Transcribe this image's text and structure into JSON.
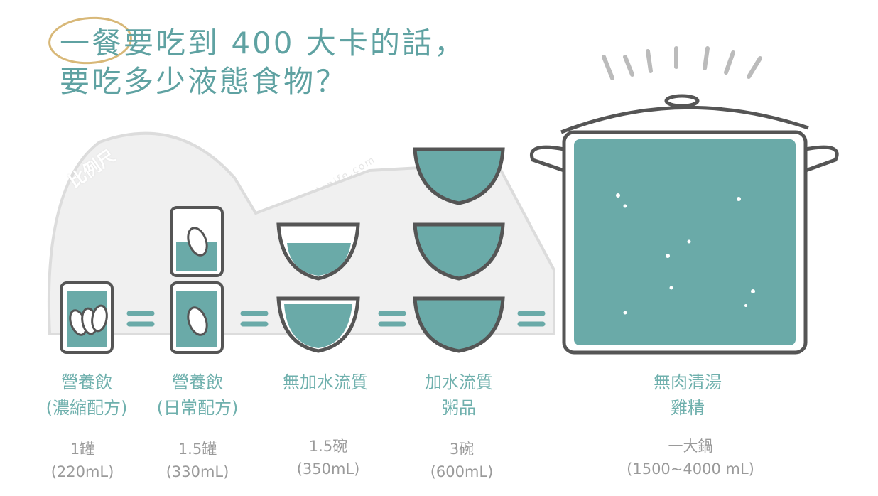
{
  "title": {
    "line1": "一餐要吃到 400 大卡的話，",
    "line2": "要吃多少液態食物？"
  },
  "watermark": {
    "text": "© belenife.com",
    "logo": "比例尺"
  },
  "items": [
    {
      "name1": "營養飲",
      "name2": "(濃縮配方)",
      "amount": "1罐",
      "volume": "(220mL)"
    },
    {
      "name1": "營養飲",
      "name2": "(日常配方)",
      "amount": "1.5罐",
      "volume": "(330mL)"
    },
    {
      "name1": "無加水流質",
      "name2": "",
      "amount": "1.5碗",
      "volume": "(350mL)"
    },
    {
      "name1": "加水流質",
      "name2": "粥品",
      "amount": "3碗",
      "volume": "(600mL)"
    },
    {
      "name1": "無肉清湯",
      "name2": "雞精",
      "amount": "一大鍋",
      "volume": "(1500~4000 mL)"
    }
  ],
  "colors": {
    "teal": "#6aaaa8",
    "title": "#5fa2a2",
    "gray": "#9a9a9a",
    "highlight": "#d8b878"
  }
}
